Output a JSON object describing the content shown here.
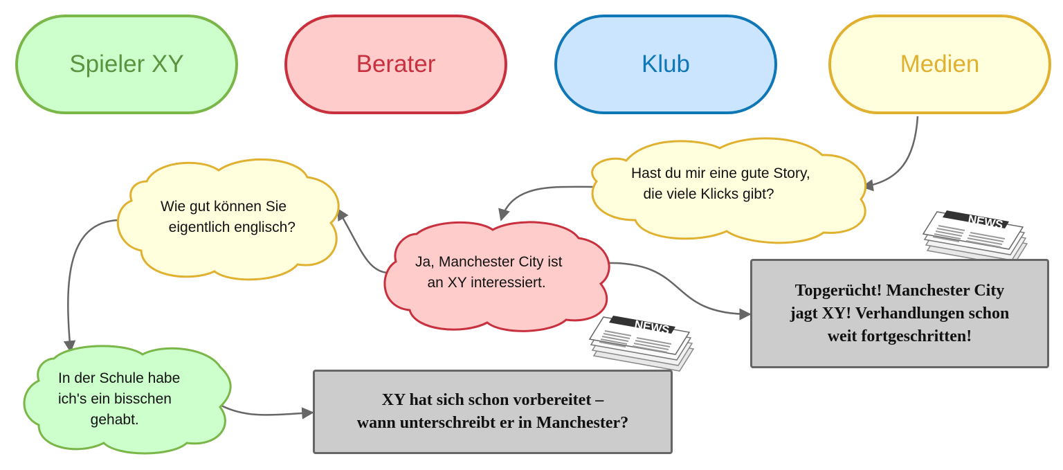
{
  "actors": {
    "player": "Spieler XY",
    "agent": "Berater",
    "club": "Klub",
    "media": "Medien"
  },
  "bubbles": {
    "media_question": "Hast du mir eine gute Story,\n   die viele Klicks gibt?",
    "agent_answer": "Ja, Manchester City ist\n   an XY interessiert.",
    "interviewer_question": "Wie gut können Sie\n  eigentlich englisch?",
    "player_answer": "In der Schule habe\nich's ein bisschen\n        gehabt."
  },
  "headlines": {
    "headline_top": "Topgerücht! Manchester City\njagt XY! Verhandlungen schon\nweit fortgeschritten!",
    "headline_bottom": "XY hat sich schon vorbereitet –\nwann unterschreibt er in Manchester?"
  },
  "newspaper_word": "NEWS",
  "colors": {
    "player_fill": "#ccffcc",
    "player_stroke": "#7ab648",
    "agent_fill": "#ffcccc",
    "agent_stroke": "#c9303e",
    "club_fill": "#cce5ff",
    "club_stroke": "#0f77b5",
    "media_fill": "#ffffdd",
    "media_stroke": "#e0b130",
    "headline_fill": "#cccccc",
    "headline_stroke": "#666666",
    "arrow": "#666666"
  }
}
